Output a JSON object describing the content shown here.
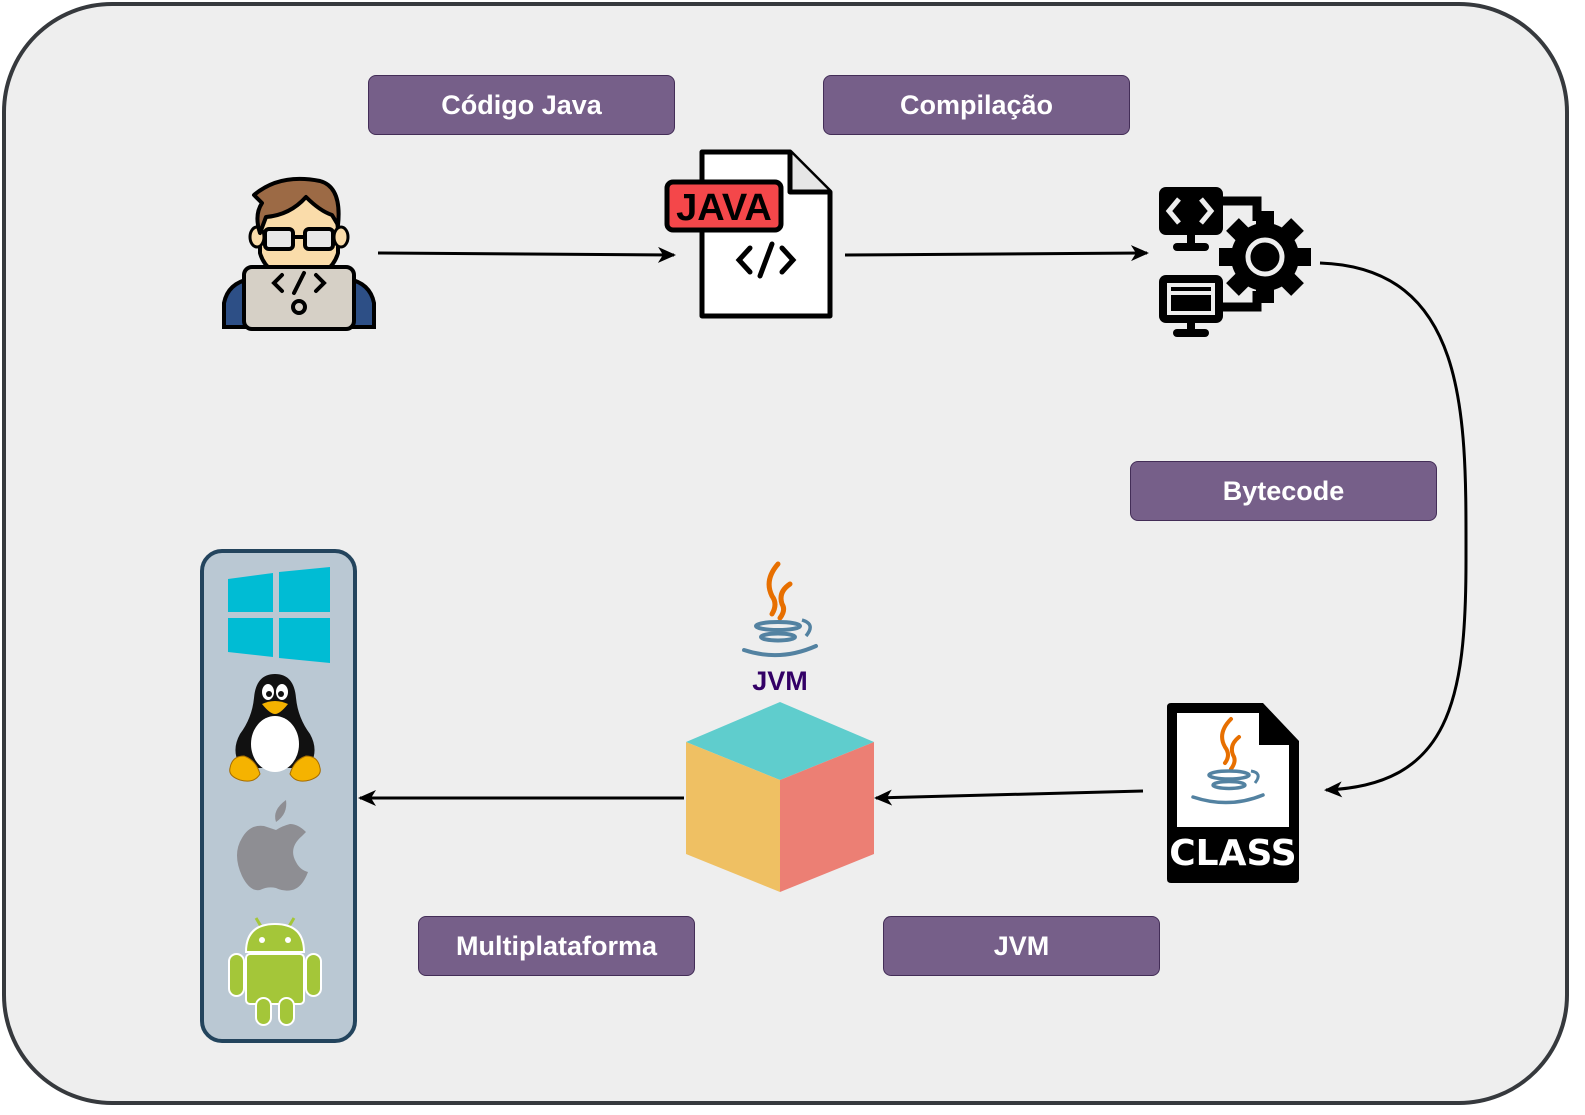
{
  "labels": {
    "codigo_java": "Código Java",
    "compilacao": "Compilação",
    "bytecode": "Bytecode",
    "multiplataforma": "Multiplataforma",
    "jvm": "JVM"
  },
  "icons": {
    "developer": "developer-laptop-icon",
    "java_file": "java-file-icon",
    "java_file_badge": "JAVA",
    "compiler": "compiler-gear-icon",
    "class_file": "class-file-icon",
    "class_file_badge": "CLASS",
    "jvm_logo": "java-coffee-icon",
    "jvm_logo_text": "JVM",
    "jvm_cube": "cube-icon",
    "platforms": [
      "windows-icon",
      "linux-icon",
      "apple-icon",
      "android-icon"
    ]
  },
  "colors": {
    "label_fill": "#765f89",
    "frame_border": "#36393d",
    "platform_fill": "#bac8d3",
    "platform_border": "#23445d",
    "java_red": "#f4474a",
    "cube_top": "#5fcdcd",
    "cube_left": "#efc063",
    "cube_right": "#ec7f74"
  }
}
